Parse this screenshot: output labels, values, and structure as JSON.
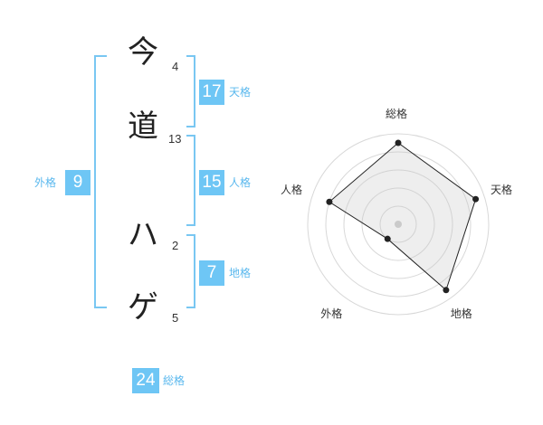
{
  "name": {
    "chars": [
      {
        "char": "今",
        "strokes": "4"
      },
      {
        "char": "道",
        "strokes": "13"
      },
      {
        "char": "ハ",
        "strokes": "2"
      },
      {
        "char": "ゲ",
        "strokes": "5"
      }
    ]
  },
  "kakusu": {
    "tenkaku": {
      "value": "17",
      "label": "天格"
    },
    "jinkaku": {
      "value": "15",
      "label": "人格"
    },
    "chikaku": {
      "value": "7",
      "label": "地格"
    },
    "gaikaku": {
      "value": "9",
      "label": "外格"
    },
    "soukaku": {
      "value": "24",
      "label": "総格"
    }
  },
  "colors": {
    "accent": "#6ec6f5",
    "bracket": "#79c7f2",
    "label": "#5ab8ee"
  },
  "chart_data": {
    "type": "radar",
    "axes": [
      "総格",
      "天格",
      "地格",
      "外格",
      "人格"
    ],
    "values": [
      4.5,
      4.5,
      4.5,
      1.0,
      4.0
    ],
    "rmax": 5,
    "rings": 5
  }
}
